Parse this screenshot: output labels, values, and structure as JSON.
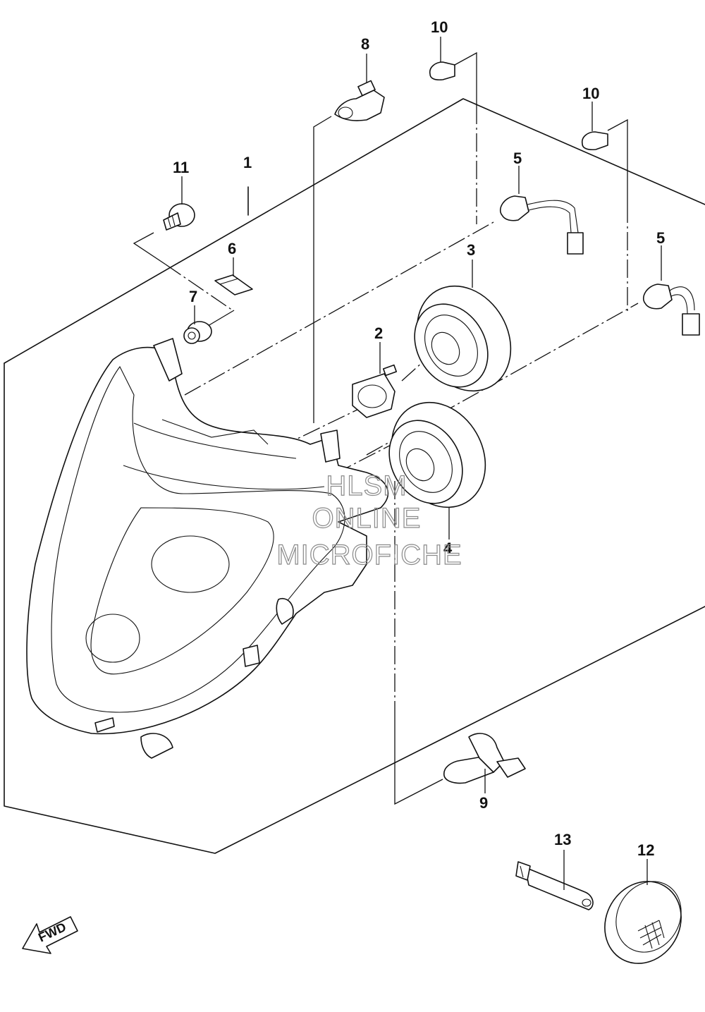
{
  "diagram": {
    "callouts": [
      {
        "id": "1",
        "label": "1"
      },
      {
        "id": "2",
        "label": "2"
      },
      {
        "id": "3",
        "label": "3"
      },
      {
        "id": "4",
        "label": "4"
      },
      {
        "id": "5a",
        "label": "5"
      },
      {
        "id": "5b",
        "label": "5"
      },
      {
        "id": "6",
        "label": "6"
      },
      {
        "id": "7",
        "label": "7"
      },
      {
        "id": "8",
        "label": "8"
      },
      {
        "id": "9",
        "label": "9"
      },
      {
        "id": "10a",
        "label": "10"
      },
      {
        "id": "10b",
        "label": "10"
      },
      {
        "id": "11",
        "label": "11"
      },
      {
        "id": "12",
        "label": "12"
      },
      {
        "id": "13",
        "label": "13"
      }
    ],
    "direction_label": "FWD",
    "watermark": {
      "line1": "HLSM",
      "line2": "ONLINE",
      "line3": "MICROFICHE"
    }
  }
}
